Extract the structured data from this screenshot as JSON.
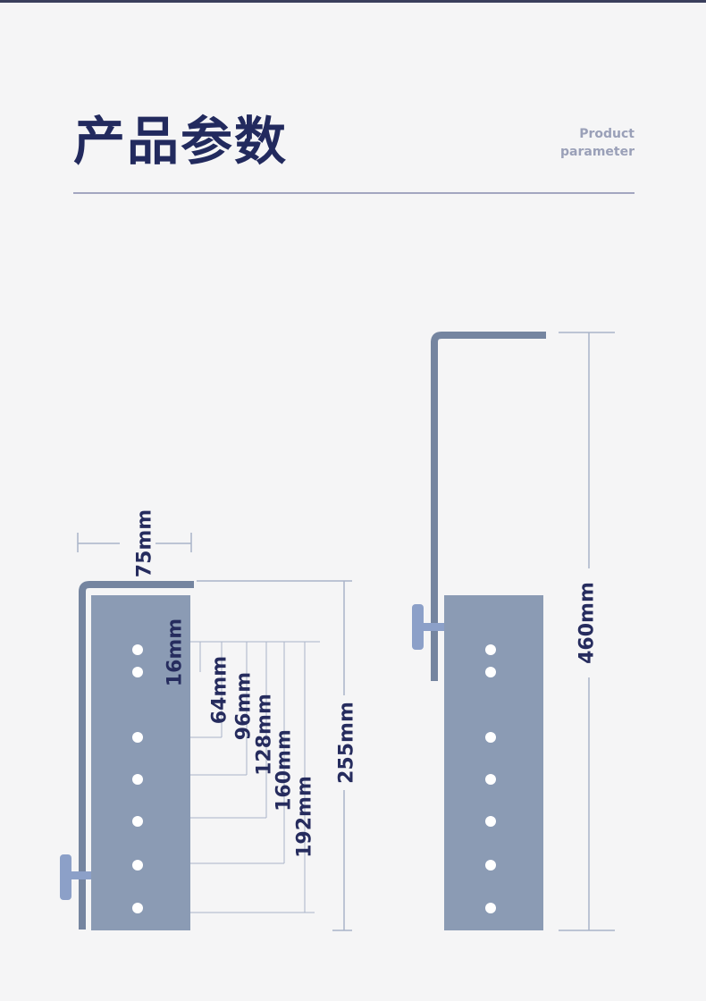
{
  "header": {
    "title": "产品参数",
    "subtitle_line1": "Product",
    "subtitle_line2": "parameter"
  },
  "dimensions": {
    "width": "75mm",
    "first_hole": "16mm",
    "spacing_64": "64mm",
    "spacing_96": "96mm",
    "spacing_128": "128mm",
    "spacing_160": "160mm",
    "spacing_192": "192mm",
    "height": "255mm",
    "extended_height": "460mm"
  },
  "colors": {
    "frame": "#7585a0",
    "panel": "#8b9bb4",
    "handle": "#8ca0c8",
    "dim_line": "#a9b4c8",
    "text": "#262c5e"
  }
}
